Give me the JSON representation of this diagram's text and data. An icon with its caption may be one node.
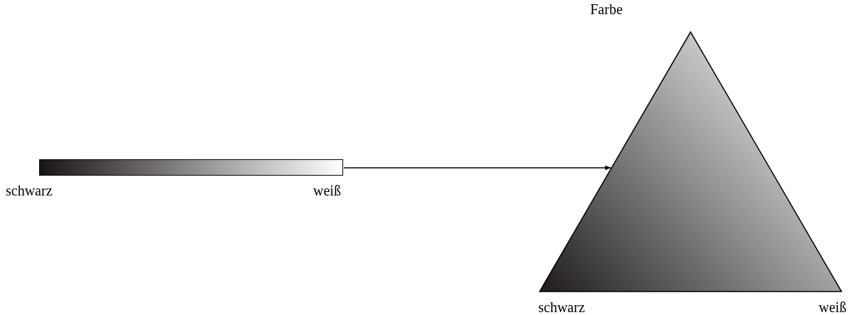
{
  "diagram": {
    "nodes": [
      {
        "text": [],
        "shape": "bar",
        "beside": [
          "schwarz",
          "weiß"
        ]
      },
      {
        "text": [],
        "shape": "triangle",
        "beside": [
          "Farbe",
          "schwarz",
          "weiß"
        ]
      }
    ],
    "edges": [
      {
        "from": 0,
        "to": 1,
        "arrow": "to"
      }
    ]
  }
}
